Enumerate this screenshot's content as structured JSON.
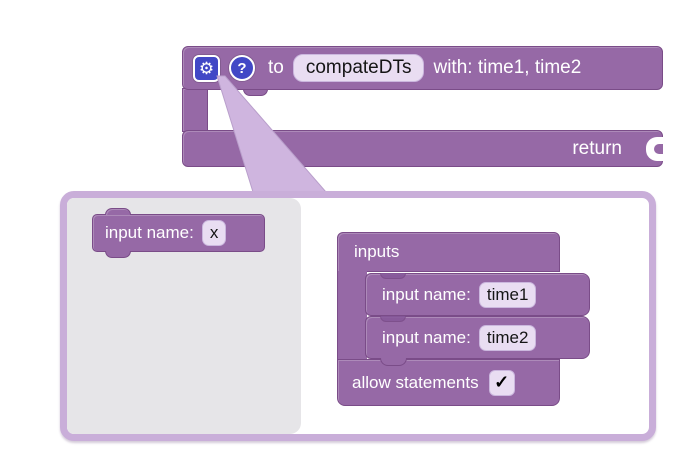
{
  "colors": {
    "block_purple": "#9669a6",
    "block_border": "#7a4c88",
    "block_seam": "#86589a",
    "icon_blue": "#4248c6",
    "field_bg": "#e9ddf2",
    "field_border": "#cbb7de",
    "field_text": "#151515",
    "popup_border": "#c9aed9",
    "flyout_bg": "#e6e5e8",
    "tail_fill": "#cfb5df",
    "canvas_bg": "#ffffff"
  },
  "function_block": {
    "gear_icon": "⚙",
    "help_icon": "?",
    "prefix_label": "to",
    "name_value": "compateDTs",
    "params_label": "with: time1, time2",
    "return_label": "return"
  },
  "mutator_dialog": {
    "flyout_block": {
      "label": "input name:",
      "value": "x"
    },
    "container": {
      "title": "inputs",
      "rows": [
        {
          "label": "input name:",
          "value": "time1"
        },
        {
          "label": "input name:",
          "value": "time2"
        }
      ],
      "statements_label": "allow statements",
      "check_icon": "✓"
    }
  }
}
